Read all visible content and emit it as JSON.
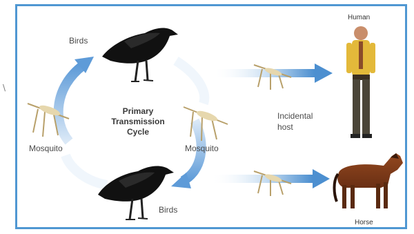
{
  "diagram": {
    "labels": {
      "birds_top": "Birds",
      "birds_bottom": "Birds",
      "mosquito_left": "Mosquito",
      "mosquito_right": "Mosquito",
      "cycle_title": "Primary\nTransmission\nCycle",
      "incidental_host": "Incidental\nhost",
      "human": "Human",
      "horse": "Horse"
    },
    "stray_mark": "\\",
    "colors": {
      "frame": "#4f97d2",
      "cycle_arrow": "#6ea6dd",
      "host_arrow": "#4c8fd0",
      "bird": "#111111",
      "mosquito": "#c9b27a",
      "horse": "#7a3b1c",
      "human_shirt": "#e3b93a",
      "human_pants": "#4a4538"
    },
    "icons": [
      "crow-icon",
      "mosquito-icon",
      "human-icon",
      "horse-icon",
      "arrow-icon"
    ]
  }
}
